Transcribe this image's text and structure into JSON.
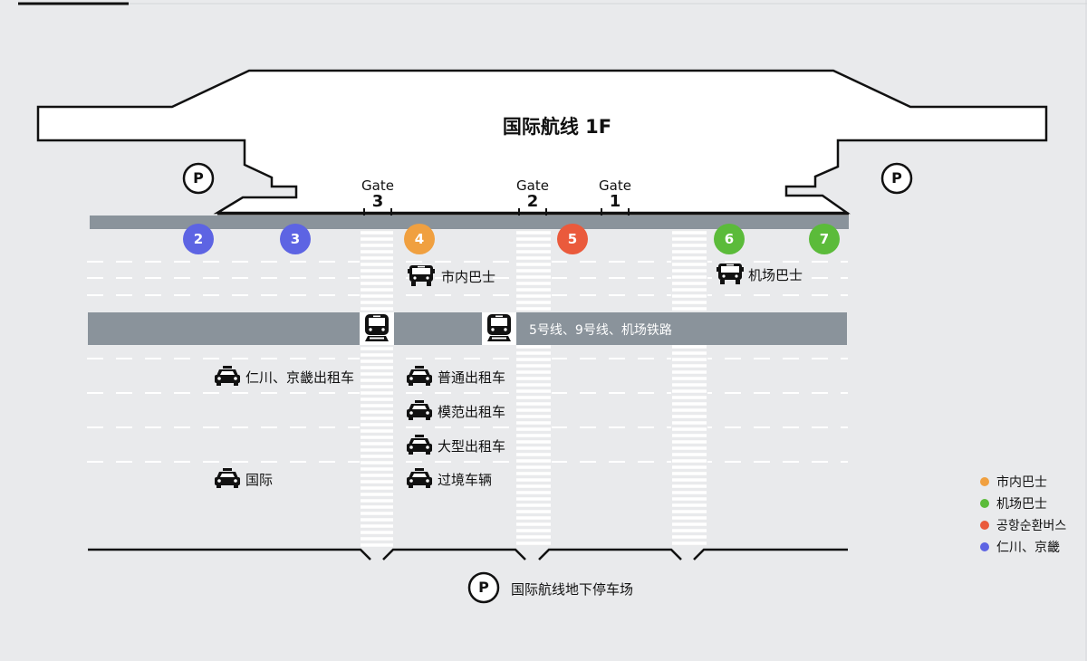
{
  "terminal": {
    "title": "国际航线 1F"
  },
  "gates": [
    {
      "word": "Gate",
      "num": "3"
    },
    {
      "word": "Gate",
      "num": "2"
    },
    {
      "word": "Gate",
      "num": "1"
    }
  ],
  "stops": [
    "2",
    "3",
    "4",
    "5",
    "6",
    "7"
  ],
  "parking": {
    "symbol": "P",
    "underground_label": "国际航线地下停车场"
  },
  "bus": {
    "city": "市内巴士",
    "airport": "机场巴士"
  },
  "rail": {
    "label": "5号线、9号线、机场铁路"
  },
  "taxi": {
    "incheon": "仁川、京畿出租车",
    "international": "国际",
    "regular": "普通出租车",
    "deluxe": "模范出租车",
    "large": "大型出租车",
    "transit": "过境车辆"
  },
  "legend": [
    {
      "label": "市内巴士",
      "color": "#f0a040"
    },
    {
      "label": "机场巴士",
      "color": "#5bbb3a"
    },
    {
      "label": "공항순환버스",
      "color": "#ea5a3c"
    },
    {
      "label": "仁川、京畿",
      "color": "#5d64e3"
    }
  ],
  "colors": {
    "road": "#8a939b",
    "incheon": "#5d64e3",
    "city_bus": "#f0a040",
    "circular": "#ea5a3c",
    "airport_bus": "#5bbb3a"
  },
  "icons": {
    "bus": "bus-icon",
    "taxi": "taxi-icon",
    "train": "train-icon",
    "parking": "parking-icon"
  }
}
